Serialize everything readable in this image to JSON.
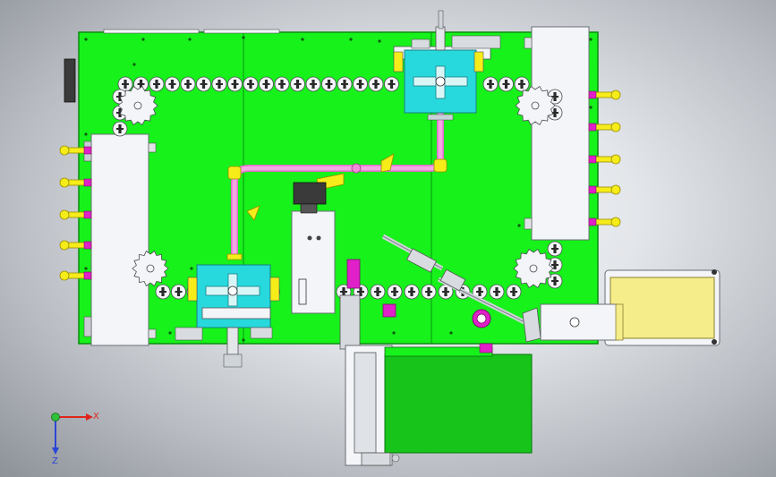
{
  "viewport": {
    "background": "gradient-grey",
    "view_orientation": "top"
  },
  "colors": {
    "plate": "#16f21a",
    "plate_edge": "#0a8c10",
    "block": "#f3f5f8",
    "block_edge": "#6b6f76",
    "cyan": "#27d9dc",
    "pink": "#f08ad8",
    "magenta": "#e020c8",
    "yellow": "#f6ec1a",
    "yellow_light": "#f5ec8a",
    "dark": "#2a2a2a",
    "axis_x": "#e0241b",
    "axis_y": "#2ec23a",
    "axis_z": "#2b45d8"
  },
  "triad": {
    "x_label": "X",
    "z_label": "Z"
  },
  "icons": {
    "triad": "coordinate-triad-icon",
    "sprocket": "sprocket-icon",
    "pipe_fitting": "pipe-fitting-icon",
    "chain_link": "chain-link-icon"
  }
}
